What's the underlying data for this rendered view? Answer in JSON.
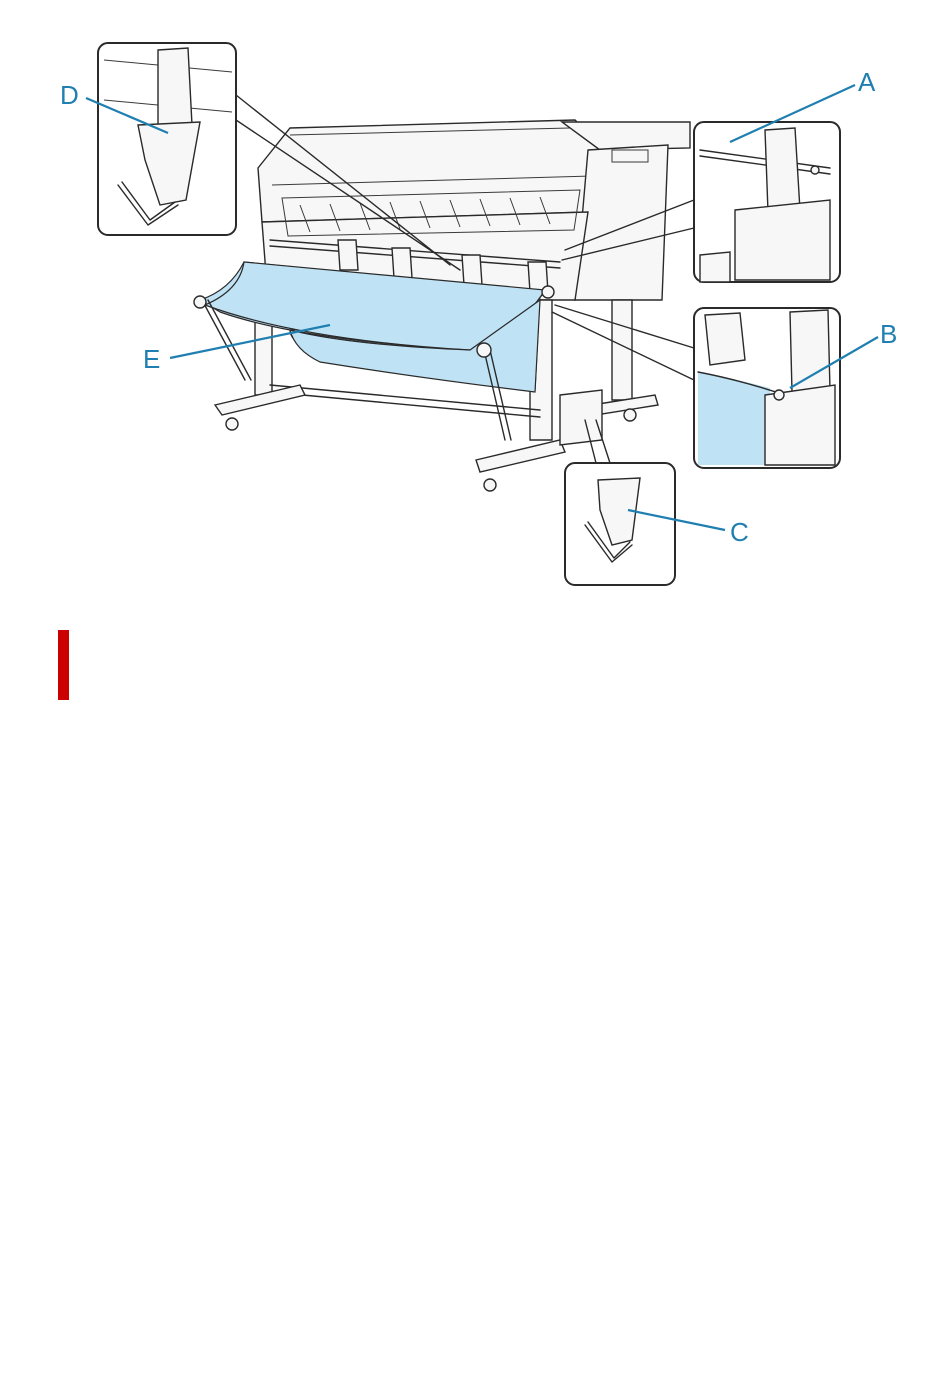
{
  "figure": {
    "callouts": {
      "a": "A",
      "b": "B",
      "c": "C",
      "d": "D",
      "e": "E"
    },
    "colors": {
      "callout": "#1f7fb0",
      "paper": "#bfe3f5",
      "marker": "#cc0000"
    }
  }
}
